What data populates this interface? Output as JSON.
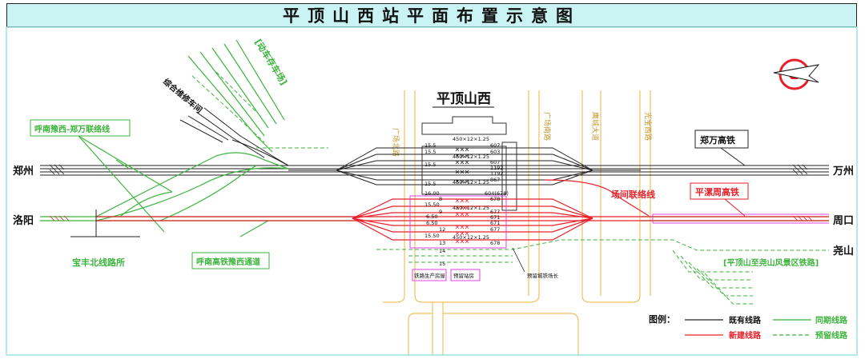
{
  "title": "平顶山西站平面布置示意图",
  "station_name": "平顶山西",
  "cities": {
    "zhengzhou": "郑州",
    "wanzhou": "万州",
    "luoyang": "洛阳",
    "zhoukou": "周口",
    "yaoshan": "尧山"
  },
  "line_labels": {
    "zhengwan_hsr": "郑万高铁",
    "hunan_link": "呼南豫西-郑万联络线",
    "hunan_channel": "呼南高铁豫西通道",
    "baofeng_post": "宝丰北线路所",
    "inter_yard_link": "场间联络线",
    "pingluozhou_hsr": "平漯周高铁",
    "scenic_railway": "[平顶山至尧山风景区铁路]",
    "emu_depot": "[动车存车场]",
    "maintenance_shed": "综合维修车间"
  },
  "roads": [
    "广场北路",
    "广场南路",
    "鹰城大道",
    "光宝西路"
  ],
  "track_annotations": {
    "platform_spec": "450×12×1.25",
    "track_numbers": [
      "15.5",
      "15.5",
      "15.5",
      "15.5",
      "16.00",
      "8",
      "15.50",
      "9",
      "6.50",
      "6.50",
      "12",
      "15.50",
      "13",
      "14",
      "15"
    ],
    "counts": [
      "607",
      "603",
      "607",
      "1192",
      "1192",
      "867",
      "678",
      "677",
      "671",
      "671",
      "677",
      "678"
    ],
    "label_604": "604(678)"
  },
  "facility_labels": {
    "rail_production": "铁路生产房屋",
    "reserved_station": "预留站房",
    "reserved_track_rows": "预留城铁场长"
  },
  "legend": {
    "title": "图例：",
    "existing": "既有线路",
    "same_period": "同期线路",
    "new_built": "新建线路",
    "reserved": "预留线路"
  },
  "colors": {
    "existing": "#222222",
    "same_period": "#3cb43c",
    "new_built": "#e8202a",
    "reserved": "#3cb43c",
    "road": "#f0c060",
    "title_bg": "#c9f4f3",
    "magenta": "#e040e0"
  },
  "icons": [
    "railway-logo-icon"
  ]
}
